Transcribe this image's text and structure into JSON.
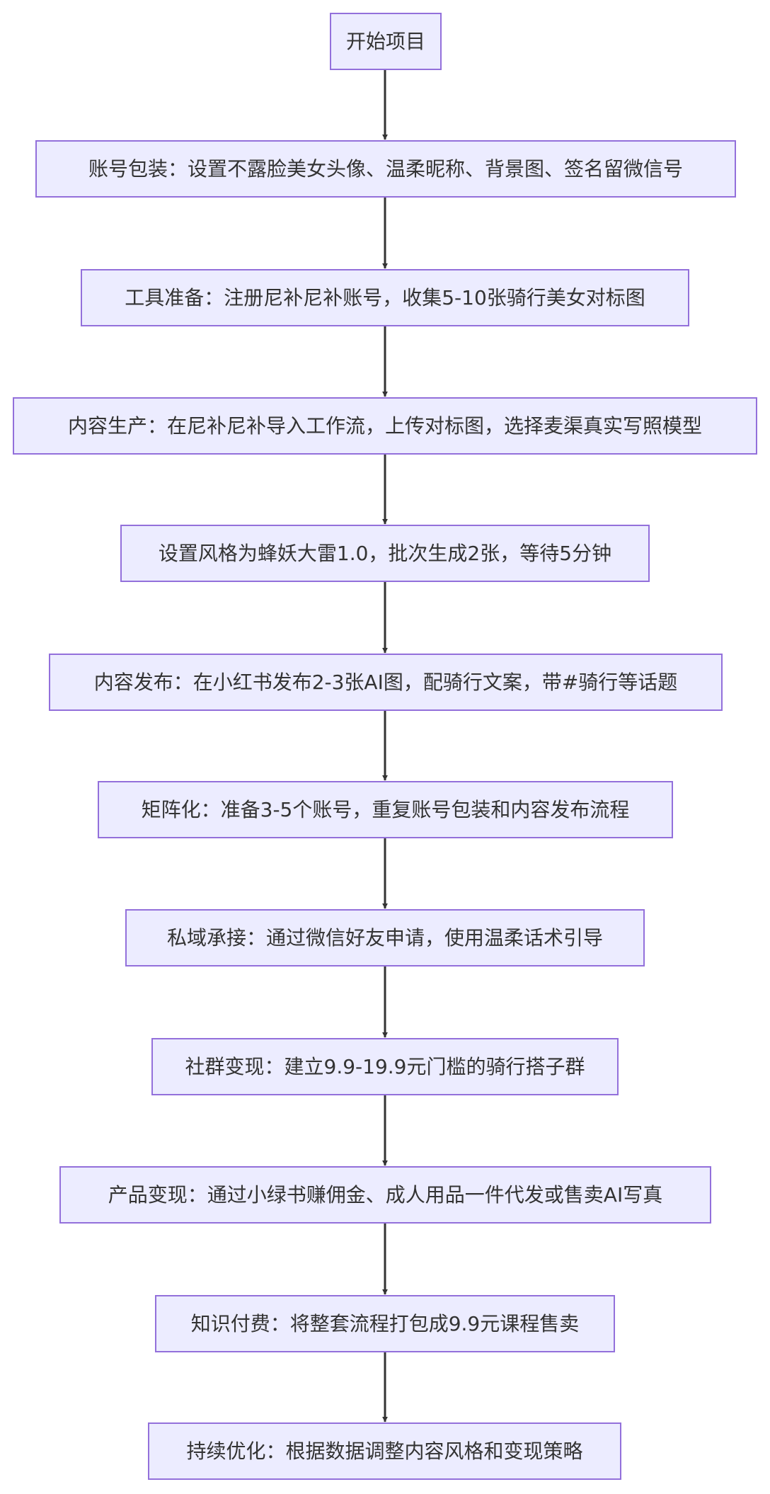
{
  "diagram": {
    "type": "flowchart",
    "direction": "top-down",
    "colors": {
      "node_fill": "#ececff",
      "node_border": "#9370db",
      "text": "#333333",
      "edge": "#333333"
    },
    "nodes": [
      {
        "id": "start",
        "label": "开始项目"
      },
      {
        "id": "account",
        "label": "账号包装：设置不露脸美女头像、温柔昵称、背景图、签名留微信号"
      },
      {
        "id": "tools",
        "label": "工具准备：注册尼补尼补账号，收集5-10张骑行美女对标图"
      },
      {
        "id": "produce",
        "label": "内容生产：在尼补尼补导入工作流，上传对标图，选择麦渠真实写照模型"
      },
      {
        "id": "style",
        "label": "设置风格为蜂妖大雷1.0，批次生成2张，等待5分钟"
      },
      {
        "id": "publish",
        "label": "内容发布：在小红书发布2-3张AI图，配骑行文案，带#骑行等话题"
      },
      {
        "id": "matrix",
        "label": "矩阵化：准备3-5个账号，重复账号包装和内容发布流程"
      },
      {
        "id": "private",
        "label": "私域承接：通过微信好友申请，使用温柔话术引导"
      },
      {
        "id": "community",
        "label": "社群变现：建立9.9-19.9元门槛的骑行搭子群"
      },
      {
        "id": "product",
        "label": "产品变现：通过小绿书赚佣金、成人用品一件代发或售卖AI写真"
      },
      {
        "id": "knowledge",
        "label": "知识付费：将整套流程打包成9.9元课程售卖"
      },
      {
        "id": "optimize",
        "label": "持续优化：根据数据调整内容风格和变现策略"
      }
    ],
    "edges": [
      {
        "from": "start",
        "to": "account"
      },
      {
        "from": "account",
        "to": "tools"
      },
      {
        "from": "tools",
        "to": "produce"
      },
      {
        "from": "produce",
        "to": "style"
      },
      {
        "from": "style",
        "to": "publish"
      },
      {
        "from": "publish",
        "to": "matrix"
      },
      {
        "from": "matrix",
        "to": "private"
      },
      {
        "from": "private",
        "to": "community"
      },
      {
        "from": "community",
        "to": "product"
      },
      {
        "from": "product",
        "to": "knowledge"
      },
      {
        "from": "knowledge",
        "to": "optimize"
      }
    ]
  }
}
